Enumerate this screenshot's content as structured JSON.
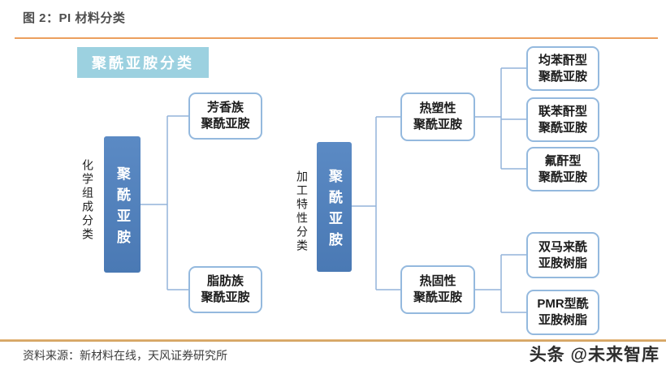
{
  "figure": {
    "title": "图 2：PI 材料分类",
    "badge": "聚酰亚胺分类"
  },
  "colors": {
    "root_blue": "#4d7eba",
    "node_border": "#94b9de",
    "connector": "#93b4da",
    "badge_bg": "#9cd1e0",
    "rule_orange": "#ec9f5e"
  },
  "diagram": {
    "left_tree": {
      "axis_label": "化学组成分类",
      "root": "聚酰亚胺",
      "children": [
        "芳香族\n聚酰亚胺",
        "脂肪族\n聚酰亚胺"
      ]
    },
    "right_tree": {
      "axis_label": "加工特性分类",
      "root": "聚酰亚胺",
      "branches": [
        {
          "label": "热塑性\n聚酰亚胺",
          "children": [
            "均苯酐型\n聚酰亚胺",
            "联苯酐型\n聚酰亚胺",
            "氟酐型\n聚酰亚胺"
          ]
        },
        {
          "label": "热固性\n聚酰亚胺",
          "children": [
            "双马来酰\n亚胺树脂",
            "PMR型酰\n亚胺树脂"
          ]
        }
      ]
    }
  },
  "footer": {
    "source": "资料来源：新材料在线，天风证券研究所",
    "watermark": "头条 @未来智库"
  }
}
